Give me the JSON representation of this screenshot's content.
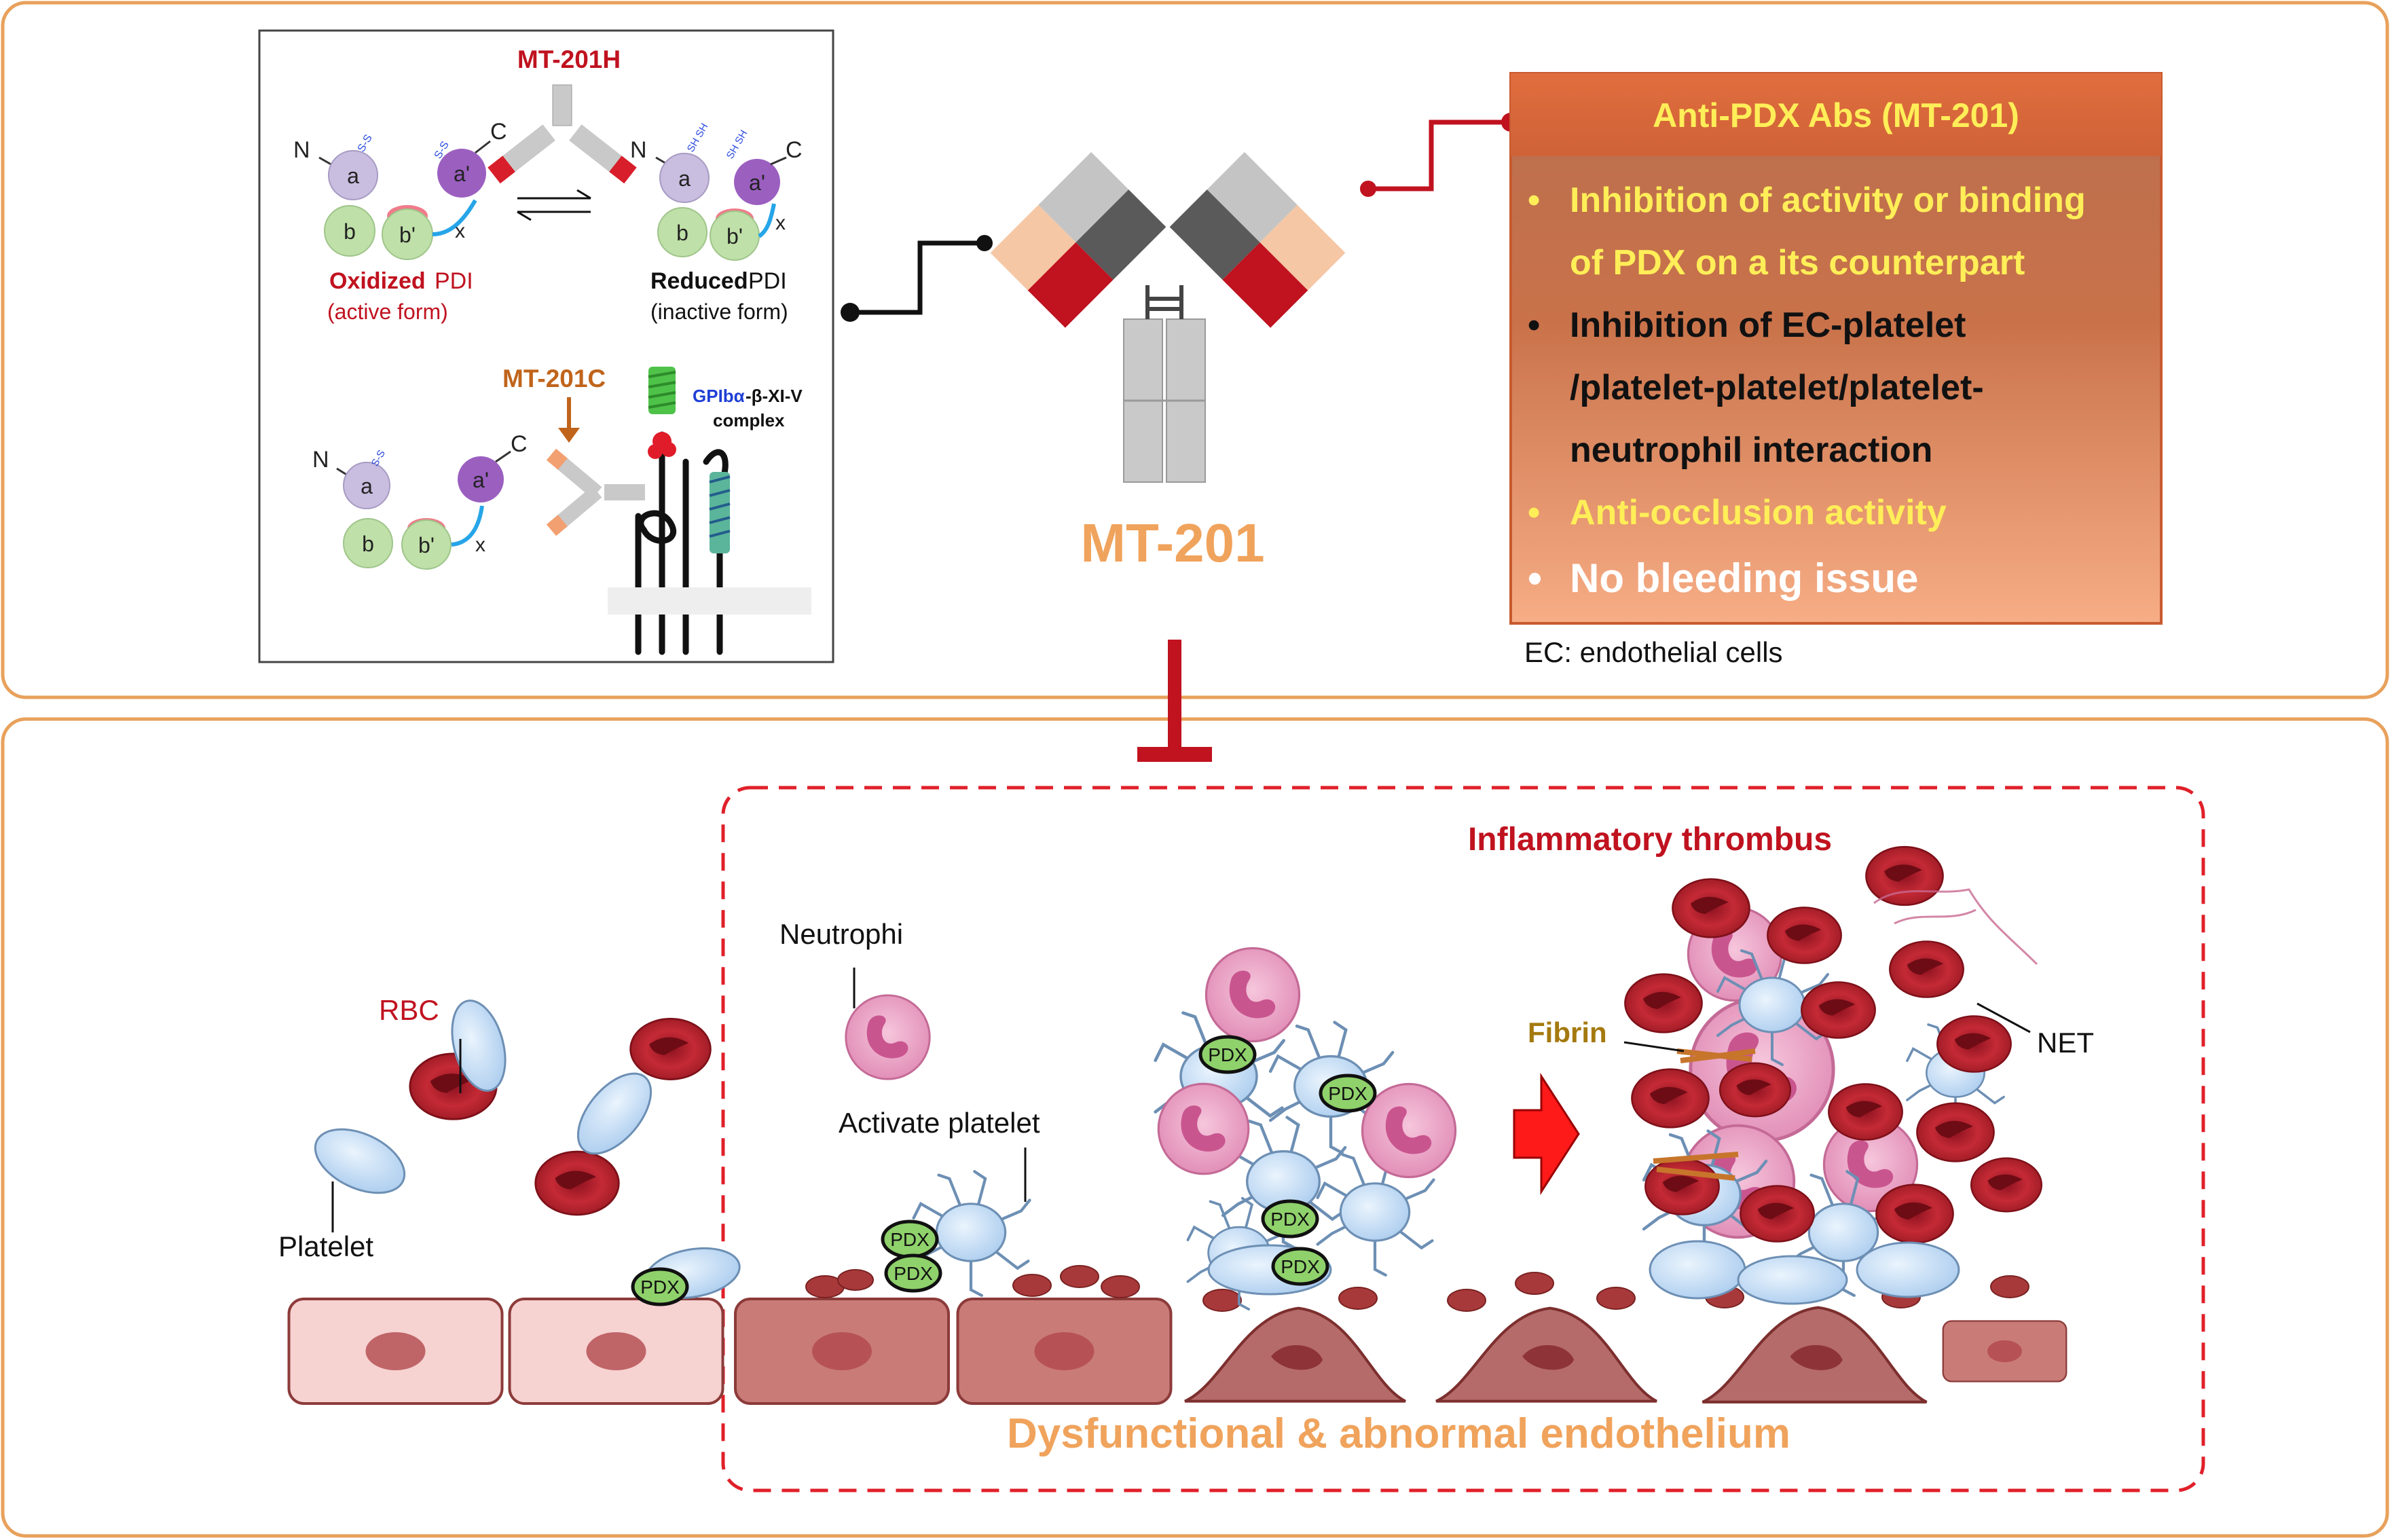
{
  "colors": {
    "panel_border": "#e8a15c",
    "dark_red": "#c0121f",
    "orange_text": "#f0a35c",
    "gold_text": "#a4790e",
    "yellow_text": "#ffee58",
    "box_top": "#d9693c",
    "box_bottom": "#f6ad84",
    "blue_text": "#1f3fd6",
    "purple_domain": "#9b5fc0",
    "lavender_domain": "#c9bde0",
    "green_domain": "#bfe0a8",
    "rbc": "#b8222e",
    "platelet": "#bcd8f2",
    "neutrophil": "#e69ac1",
    "pdx_green": "#8fd16b",
    "endo_light": "#f6d0cf",
    "endo_dark": "#c97b78"
  },
  "icons": {
    "antibody": "y-shaped-antibody-icon",
    "inhibit": "inhibition-t-bar-icon",
    "arrow": "red-block-arrow-icon"
  },
  "inset": {
    "mt201h_label": "MT-201H",
    "mt201c_label": "MT-201C",
    "domain_a": "a",
    "domain_a_prime": "a'",
    "domain_b": "b",
    "domain_b_prime": "b'",
    "terminus_n": "N",
    "terminus_c": "C",
    "tail_x": "x",
    "ss_mark": "S-S",
    "sh_mark": "SH SH",
    "oxidized_bold": "Oxidized",
    "pdi_word": " PDI",
    "active_form": "(active form)",
    "reduced_bold": "Reduced",
    "inactive_form": "(inactive form)",
    "complex_line1_blue": "GPIbα",
    "complex_line1_rest": "-β-XI-V",
    "complex_line2": "complex"
  },
  "center": {
    "antibody_label": "MT-201"
  },
  "anti_box": {
    "title": "Anti-PDX Abs (MT-201)",
    "items": [
      {
        "lines": [
          "Inhibition of activity or  binding",
          "of PDX on a its counterpart"
        ],
        "color": "yellow"
      },
      {
        "lines": [
          "Inhibition of EC-platelet",
          "/platelet-platelet/platelet-",
          "neutrophil interaction"
        ],
        "color": "black"
      },
      {
        "lines": [
          "Anti-occlusion activity"
        ],
        "color": "yellow"
      },
      {
        "lines": [
          "No bleeding issue"
        ],
        "color": "white"
      }
    ],
    "bullet": "•",
    "footnote": "EC: endothelial cells"
  },
  "bottom": {
    "thrombus_title": "Inflammatory thrombus",
    "endothelium_title": "Dysfunctional & abnormal endothelium",
    "rbc_label": "RBC",
    "platelet_label": "Platelet",
    "neutrophil_label": "Neutrophi",
    "activated_label": "Activate platelet",
    "fibrin_label": "Fibrin",
    "net_label": "NET",
    "pdx_badge": "PDX"
  }
}
